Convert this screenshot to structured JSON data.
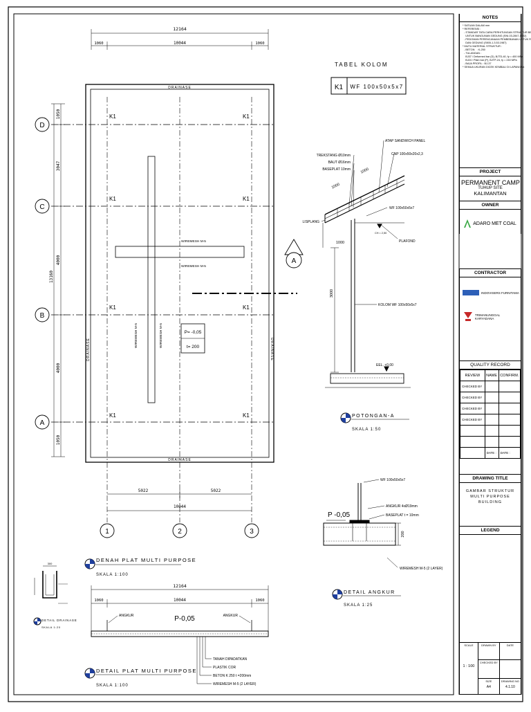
{
  "plan": {
    "overall_dim": "12164",
    "edge_dims": [
      "1060",
      "10044",
      "1060"
    ],
    "grid_rows": [
      "D",
      "C",
      "B",
      "A"
    ],
    "row_dims": [
      "1050",
      "3047",
      "4000",
      "4000",
      "1050"
    ],
    "total_row_dim": "13160",
    "grid_cols": [
      "1",
      "2",
      "3"
    ],
    "col_dims": [
      "5022",
      "5022"
    ],
    "col_total": "10044",
    "column_tag": "K1",
    "drainage_label": "DRAINASE",
    "wiremesh_label": "WIREMESH M-5",
    "level_label": "P= -0,05",
    "thickness_label": "t= 200",
    "title": "DENAH PLAT MULTI PURPOSE",
    "scale": "SKALA 1:100"
  },
  "tabel_kolom": {
    "title": "TABEL KOLOM",
    "code": "K1",
    "profile": "WF 100x50x5x7"
  },
  "section": {
    "section_mark": "A",
    "labels": {
      "atap": "ATAP SANDWICH PANEL",
      "cnp": "CNP 100x50x20x2,3",
      "trekstang": "TREKSTANG Ø10mm",
      "baut": "BAUT Ø16mm",
      "baseplat": "BASEPLAT 10mm",
      "wf": "WF 100x50x5x7",
      "lisplang": "LISPLANG",
      "plafond": "PLAFOND",
      "kolom": "KOLOM WF 100x50x5x7",
      "elv": "EEL. +0,00",
      "ch": "CH = 2,50"
    },
    "dims": [
      "1000",
      "1000",
      "1000",
      "3000"
    ],
    "title": "POTONGAN-A",
    "scale": "SKALA 1:50"
  },
  "angkur": {
    "wf": "WF 100x50x5x7",
    "angkur": "ANGKUR 4xØ19mm",
    "baseplat": "BASEPLAT t = 10mm",
    "wiremesh": "WIREMESH M-5 (2 LAYER)",
    "level": "P -0,05",
    "dim": "200",
    "title": "DETAIL ANGKUR",
    "scale": "SKALA 1:25"
  },
  "detail_plat": {
    "overall_dim": "12164",
    "edge_dims": [
      "1060",
      "10044",
      "1060"
    ],
    "angkur_left": "ANGKUR",
    "angkur_right": "ANGKUR",
    "level": "P-0,05",
    "layers": [
      "TANAH DIPADATKAN",
      "PLASTIK COR",
      "BETON K 250 t =200mm",
      "WIREMESH M-5 (2 LAYER)"
    ],
    "title": "DETAIL PLAT MULTI PURPOSE",
    "scale": "SKALA 1:100"
  },
  "drainase": {
    "dim": "300",
    "title": "DETAIL DRAINASE",
    "scale": "SKALA 1:20"
  },
  "titleblock": {
    "notes_head": "NOTES",
    "notes": [
      "* SATUAN DALAM mm",
      "* REFERENSI :",
      "  - STANDAR TATA CARA PERHITUNGAN STRUKTUR BETON",
      "    UNTUK BANGUNAN GEDUNG (SNI-03-2847-1992)",
      "  - PEDOMAN PERENCANAAN PEMBEBANAN UNTUK RUMAH",
      "    DAN GEDUNG (SKBI-1.3.53.1987)",
      "* MUTU MATERIAL STRUKTUR :",
      "  - BETON   : K-250",
      "  - TULANGAN :",
      "    BJ37 / Deformed bar (D), BJTD-40, fy = 400 MPa",
      "    BJ24 / Plain bar (P), BJTP-24, fy = 240 MPa",
      "  - BAJA PROFIL : BJ-37",
      "* SEMUA UKURAN DICEK KEMBALI DI LAPANGAN"
    ],
    "project_head": "PROJECT",
    "project_name": "PERMANENT CAMP",
    "project_site": "TUHUP SITE",
    "project_region": "KALIMANTAN",
    "owner_head": "OWNER",
    "owner_name": "ADARO MET COAL",
    "contractor_head": "CONTRACTOR",
    "contractor_1": "INDOVISERS FURNITAMA",
    "contractor_2": "TRIMANUNGGAL KARYADANA",
    "quality_head": "QUALITY RECORD",
    "qr_cols": [
      "REVIEW",
      "NAME",
      "CONFIRM."
    ],
    "qr_rows": [
      "CHECKED BY",
      "CHECKED BY",
      "CHECKED BY",
      "CHECKED BY"
    ],
    "date_1": "DATE :",
    "date_2": "DATE :",
    "drawing_title_head": "DRAWING TITLE",
    "drawing_title": "GAMBAR STRUKTUR MULTI PURPOSE BUILDING",
    "legend_head": "LEGEND",
    "scale_head": "SCALE",
    "scale_value": "1 : 100",
    "drawn_head": "DRAWN BY",
    "date_head": "DATE",
    "checked_head": "CHECKED BY",
    "size_head": "SIZE",
    "drawing_no_head": "DRAWING NO",
    "size_value": "A4",
    "drawing_no": "4.1.10"
  }
}
